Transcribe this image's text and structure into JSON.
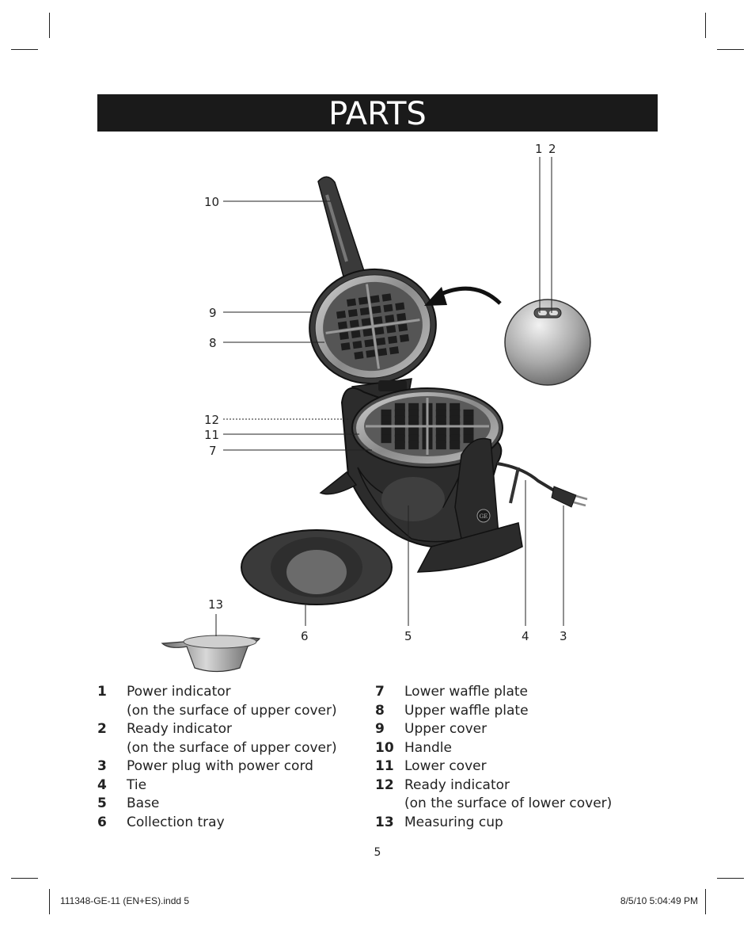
{
  "header": {
    "title": "PARTS"
  },
  "callouts": {
    "c1": "1",
    "c2": "2",
    "c3": "3",
    "c4": "4",
    "c5": "5",
    "c6": "6",
    "c7": "7",
    "c8": "8",
    "c9": "9",
    "c10": "10",
    "c11": "11",
    "c12": "12",
    "c13": "13"
  },
  "parts": [
    {
      "num": "1",
      "lines": [
        "Power indicator",
        "(on the surface of upper cover)"
      ]
    },
    {
      "num": "2",
      "lines": [
        "Ready indicator",
        "(on the surface of upper cover)"
      ]
    },
    {
      "num": "3",
      "lines": [
        "Power plug with power cord"
      ]
    },
    {
      "num": "4",
      "lines": [
        "Tie"
      ]
    },
    {
      "num": "5",
      "lines": [
        "Base"
      ]
    },
    {
      "num": "6",
      "lines": [
        "Collection tray"
      ]
    },
    {
      "num": "7",
      "lines": [
        "Lower waffle plate"
      ]
    },
    {
      "num": "8",
      "lines": [
        "Upper waffle plate"
      ]
    },
    {
      "num": "9",
      "lines": [
        "Upper cover"
      ]
    },
    {
      "num": "10",
      "lines": [
        "Handle"
      ]
    },
    {
      "num": "11",
      "lines": [
        "Lower cover"
      ]
    },
    {
      "num": "12",
      "lines": [
        "Ready indicator",
        "(on the surface of lower cover)"
      ]
    },
    {
      "num": "13",
      "lines": [
        "Measuring cup"
      ]
    }
  ],
  "page_number": "5",
  "footer": {
    "left": "111348-GE-11 (EN+ES).indd   5",
    "right": "8/5/10   5:04:49 PM"
  },
  "logo_text": "GE"
}
